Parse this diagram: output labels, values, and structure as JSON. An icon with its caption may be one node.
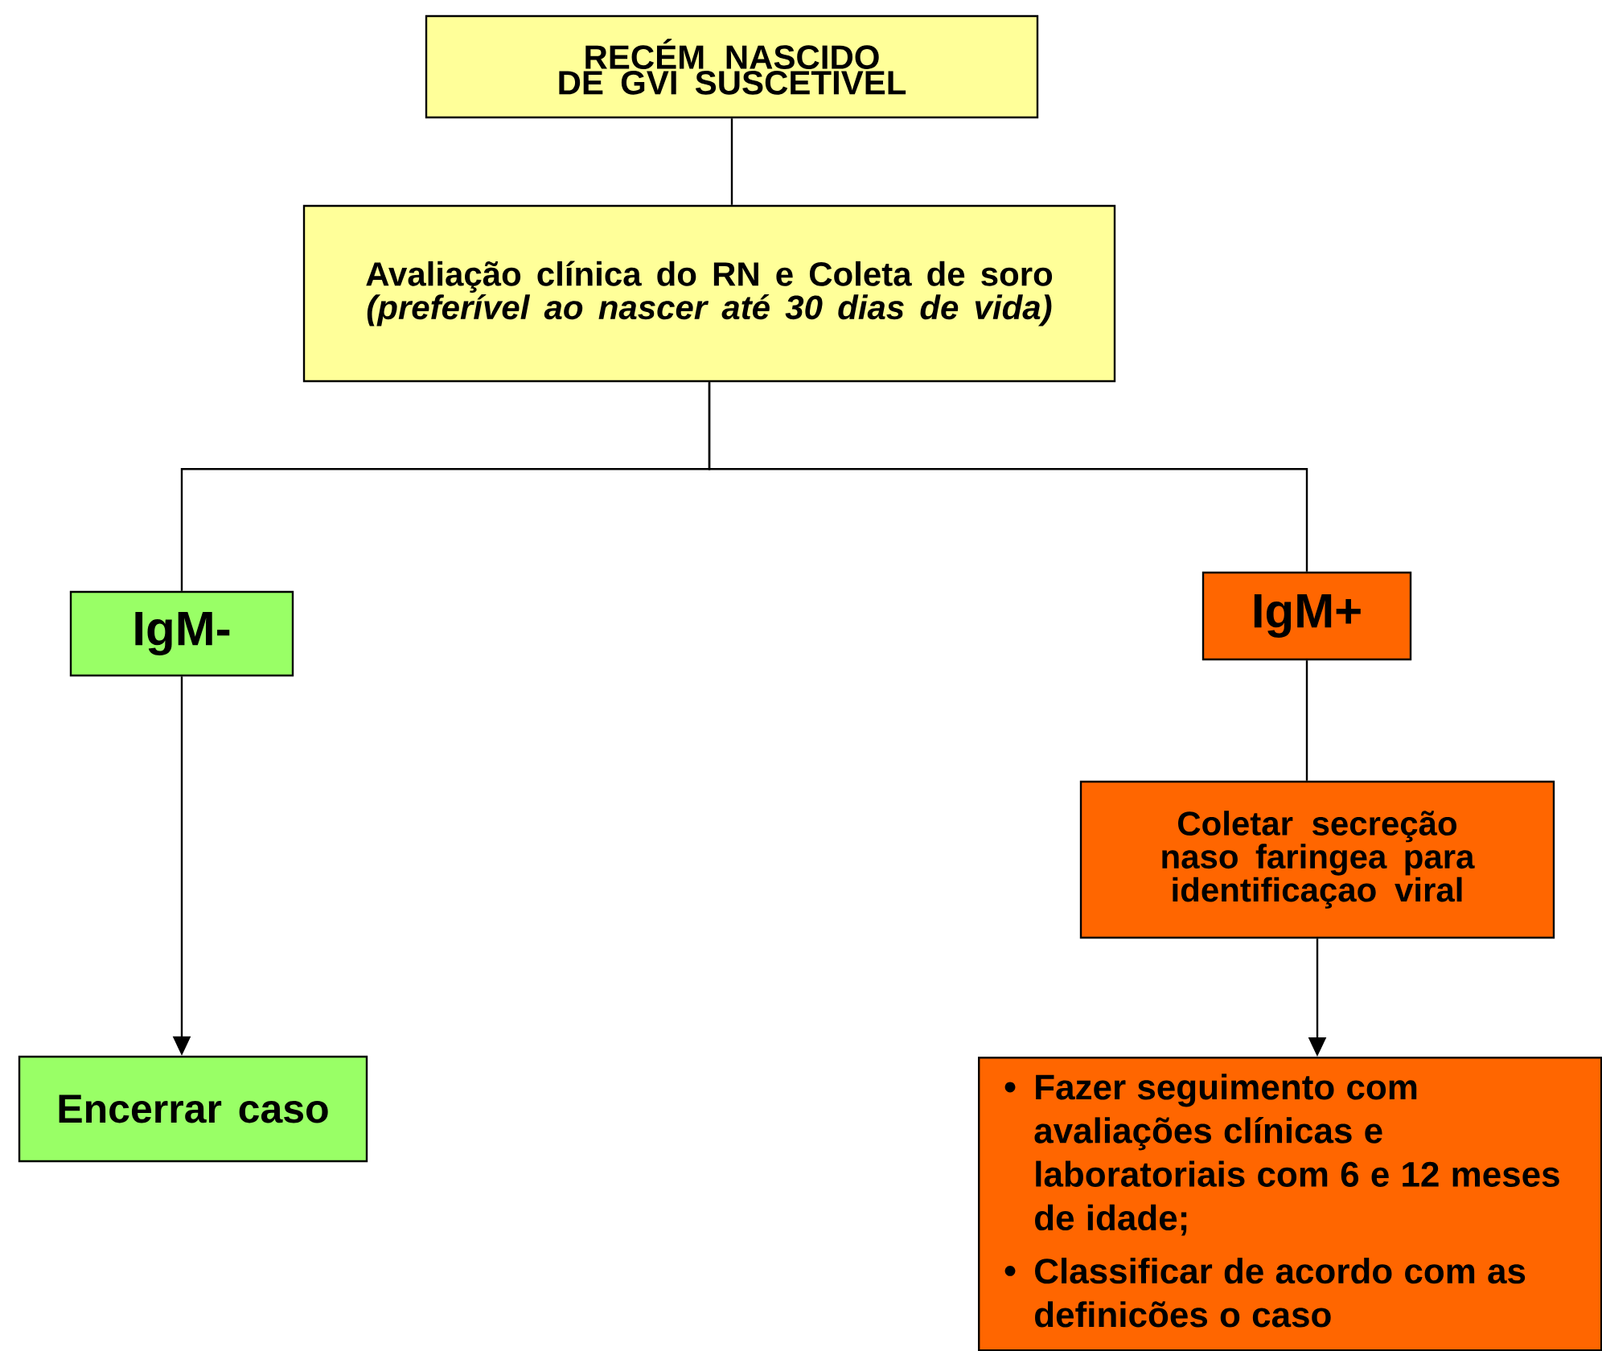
{
  "diagram": {
    "nodes": [
      {
        "text": [
          "RECÉM NASCIDO DE GVI SUSCETIVEL"
        ]
      },
      {
        "text": [
          "Avaliação clínica do RN e Coleta de soro",
          "(preferível ao nascer até 30 dias de vida)"
        ]
      },
      {
        "text": [
          "IgM-"
        ]
      },
      {
        "text": [
          "IgM+"
        ]
      },
      {
        "text": [
          "Coletar secreção naso faringea para identificaçao  viral"
        ]
      },
      {
        "text": [
          "Encerrar caso"
        ]
      },
      {
        "text": [
          "Fazer seguimento com avaliações clínicas e laboratoriais com 6 e 12 meses de idade;",
          "Classificar de acordo com as definicões o caso"
        ]
      }
    ],
    "edges": [
      {
        "from": 0,
        "to": 1,
        "arrow": "none"
      },
      {
        "from": 1,
        "to": 2,
        "arrow": "none"
      },
      {
        "from": 1,
        "to": 3,
        "arrow": "none"
      },
      {
        "from": 2,
        "to": 5,
        "arrow": "to"
      },
      {
        "from": 3,
        "to": 4,
        "arrow": "none"
      },
      {
        "from": 4,
        "to": 6,
        "arrow": "to"
      }
    ]
  }
}
